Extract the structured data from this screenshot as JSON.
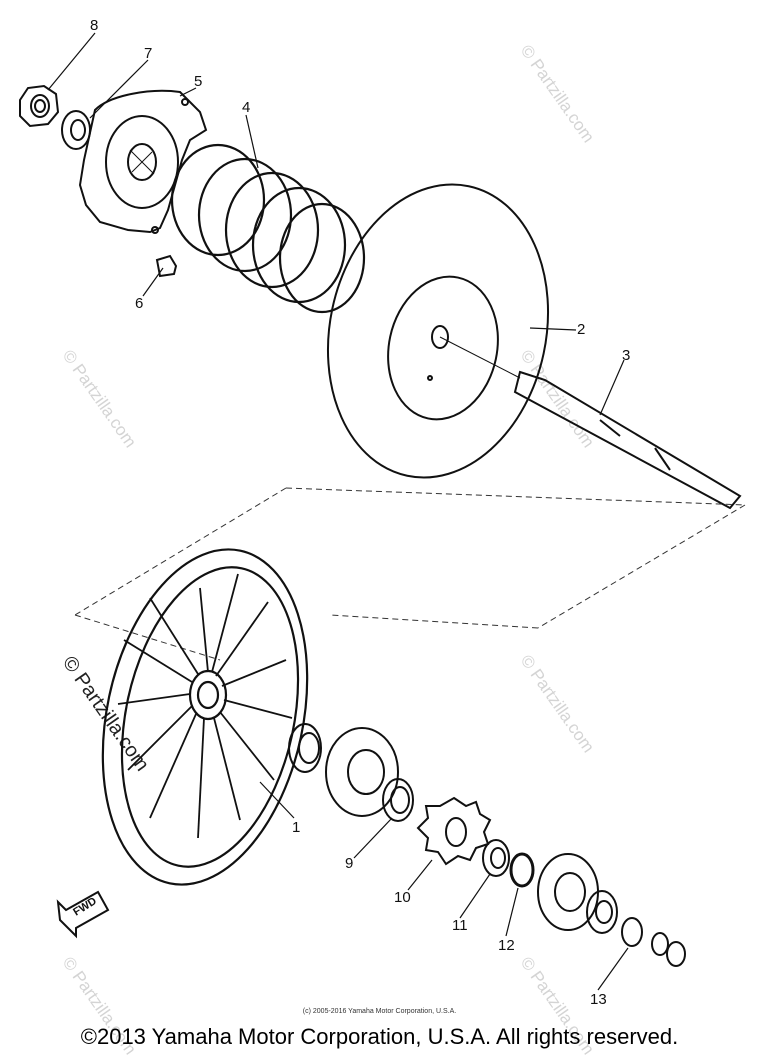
{
  "diagram": {
    "callouts": [
      "1",
      "2",
      "3",
      "4",
      "5",
      "6",
      "7",
      "8",
      "9",
      "10",
      "11",
      "12",
      "13"
    ],
    "fwd_label": "FWD",
    "watermark": "© Partzilla.com",
    "inner_copyright": "(c) 2005-2016 Yamaha Motor Corporation, U.S.A.",
    "footer": "©2013 Yamaha Motor Corporation, U.S.A. All rights reserved."
  }
}
